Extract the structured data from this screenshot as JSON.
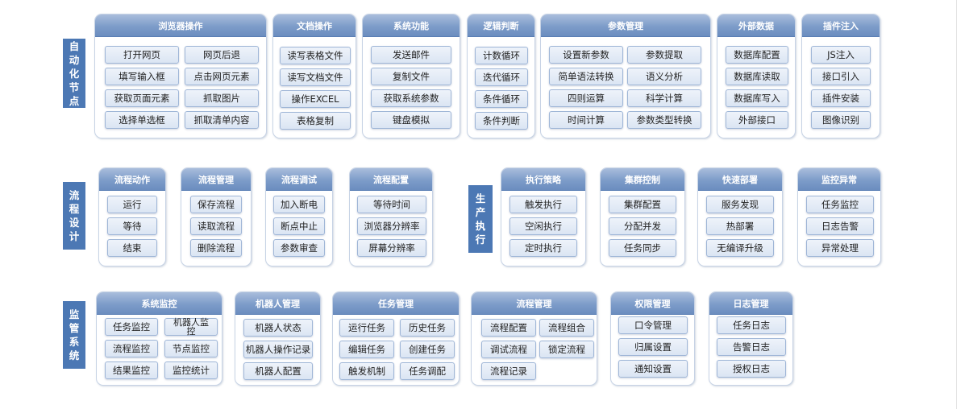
{
  "rows": [
    {
      "label_chars": [
        "自",
        "动",
        "化",
        "节",
        "点"
      ],
      "groups": [
        {
          "title": "浏览器操作",
          "items": [
            "打开网页",
            "网页后退",
            "填写输入框",
            "点击网页元素",
            "获取页面元素",
            "抓取图片",
            "选择单选框",
            "抓取清单内容"
          ]
        },
        {
          "title": "文档操作",
          "items": [
            "读写表格文件",
            "读写文档文件",
            "操作EXCEL",
            "表格复制"
          ]
        },
        {
          "title": "系统功能",
          "items": [
            "发送邮件",
            "复制文件",
            "获取系统参数",
            "键盘模拟"
          ]
        },
        {
          "title": "逻辑判断",
          "items": [
            "计数循环",
            "迭代循环",
            "条件循环",
            "条件判断"
          ]
        },
        {
          "title": "参数管理",
          "items": [
            "设置新参数",
            "参数提取",
            "简单语法转换",
            "语义分析",
            "四则运算",
            "科学计算",
            "时间计算",
            "参数类型转换"
          ]
        },
        {
          "title": "外部数据",
          "items": [
            "数据库配置",
            "数据库读取",
            "数据库写入",
            "外部接口"
          ]
        },
        {
          "title": "插件注入",
          "items": [
            "JS注入",
            "接口引入",
            "插件安装",
            "图像识别"
          ]
        }
      ]
    },
    {
      "label_chars": [
        "流",
        "程",
        "设",
        "计"
      ],
      "groups": [
        {
          "title": "流程动作",
          "items": [
            "运行",
            "等待",
            "结束"
          ]
        },
        {
          "title": "流程管理",
          "items": [
            "保存流程",
            "读取流程",
            "删除流程"
          ]
        },
        {
          "title": "流程调试",
          "items": [
            "加入断电",
            "断点中止",
            "参数审查"
          ]
        },
        {
          "title": "流程配置",
          "items": [
            "等待时间",
            "浏览器分辨率",
            "屏幕分辨率"
          ]
        }
      ]
    },
    {
      "label_chars": [
        "生",
        "产",
        "执",
        "行"
      ],
      "groups": [
        {
          "title": "执行策略",
          "items": [
            "触发执行",
            "空闲执行",
            "定时执行"
          ]
        },
        {
          "title": "集群控制",
          "items": [
            "集群配置",
            "分配并发",
            "任务同步"
          ]
        },
        {
          "title": "快速部署",
          "items": [
            "服务发现",
            "热部署",
            "无编译升级"
          ]
        },
        {
          "title": "监控异常",
          "items": [
            "任务监控",
            "日志告警",
            "异常处理"
          ]
        }
      ]
    },
    {
      "label_chars": [
        "监",
        "管",
        "系",
        "统"
      ],
      "groups": [
        {
          "title": "系统监控",
          "items": [
            "任务监控",
            "机器人监控",
            "流程监控",
            "节点监控",
            "结果监控",
            "监控统计"
          ]
        },
        {
          "title": "机器人管理",
          "items": [
            "机器人状态",
            "机器人操作记录",
            "机器人配置"
          ]
        },
        {
          "title": "任务管理",
          "items": [
            "运行任务",
            "历史任务",
            "编辑任务",
            "创建任务",
            "触发机制",
            "任务调配"
          ]
        },
        {
          "title": "流程管理",
          "items": [
            "流程配置",
            "流程组合",
            "调试流程",
            "锁定流程",
            "流程记录"
          ]
        },
        {
          "title": "权限管理",
          "items": [
            "口令管理",
            "归属设置",
            "通知设置"
          ]
        },
        {
          "title": "日志管理",
          "items": [
            "任务日志",
            "告警日志",
            "授权日志"
          ]
        }
      ]
    }
  ]
}
